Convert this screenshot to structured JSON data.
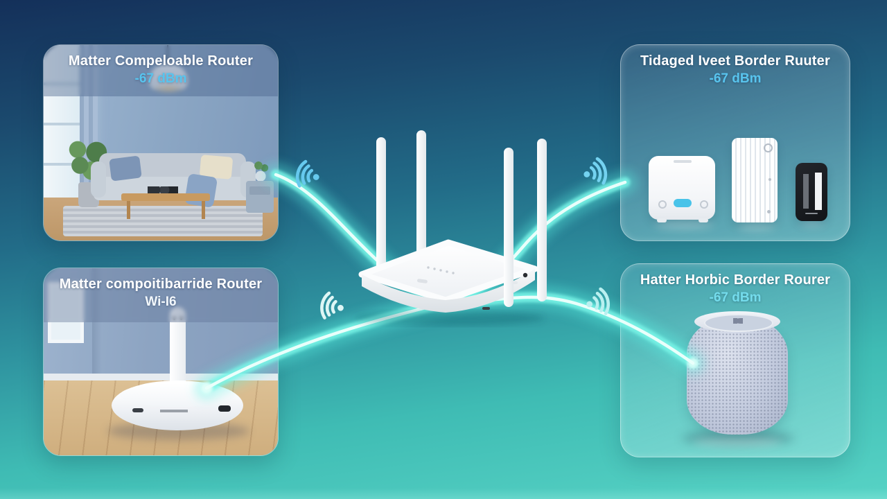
{
  "panels": {
    "top_left": {
      "title": "Matter Compeloable Router",
      "subtitle": "-67 dBm",
      "content_name": "living-room-photo"
    },
    "top_right": {
      "title": "Tidaged Iveet Border Ruuter",
      "subtitle": "-67 dBm",
      "content_name": "matter-hub-devices"
    },
    "bottom_left": {
      "title": "Matter compoitibarride Router",
      "subtitle": "Wi-I6",
      "content_name": "base-station-photo"
    },
    "bottom_right": {
      "title": "Hatter Horbic Border Rourer",
      "subtitle": "-67 dBm",
      "content_name": "smart-speaker"
    }
  },
  "center": {
    "name": "wifi-router-four-antennas"
  },
  "icons": {
    "wifi_signal": "wifi-signal-icon"
  },
  "colors": {
    "background_top": "#14305a",
    "background_bottom": "#57d3c5",
    "beam": "#5ef0e1",
    "signal_text_blue": "#58c4ee",
    "signal_text_cyan": "#74dcec",
    "title_white": "#ffffff"
  }
}
